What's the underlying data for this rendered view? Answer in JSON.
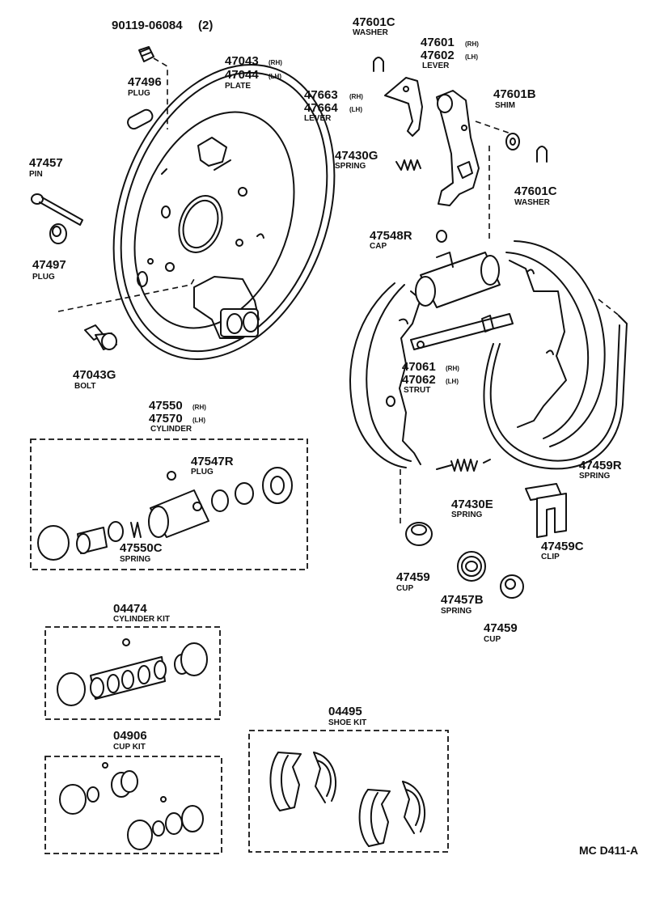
{
  "diagram_code": "MC D411-A",
  "labels": {
    "bleeder": {
      "num": "90119-06084",
      "qty": "(2)"
    },
    "plug_top": {
      "num": "47496",
      "name": "PLUG"
    },
    "pin": {
      "num": "47457",
      "name": "PIN"
    },
    "plug_left": {
      "num": "47497",
      "name": "PLUG"
    },
    "bolt": {
      "num": "47043G",
      "name": "BOLT"
    },
    "plate": {
      "num1": "47043",
      "suf1": "(RH)",
      "num2": "47044",
      "suf2": "(LH)",
      "name": "PLATE"
    },
    "washer_top": {
      "num": "47601C",
      "name": "WASHER"
    },
    "lever_small": {
      "num1": "47663",
      "suf1": "(RH)",
      "num2": "47664",
      "suf2": "(LH)",
      "name": "LEVER"
    },
    "lever_big": {
      "num1": "47601",
      "suf1": "(RH)",
      "num2": "47602",
      "suf2": "(LH)",
      "name": "LEVER"
    },
    "shim": {
      "num": "47601B",
      "name": "SHIM"
    },
    "spring_g": {
      "num": "47430G",
      "name": "SPRING"
    },
    "washer_right": {
      "num": "47601C",
      "name": "WASHER"
    },
    "cap": {
      "num": "47548R",
      "name": "CAP"
    },
    "strut": {
      "num1": "47061",
      "suf1": "(RH)",
      "num2": "47062",
      "suf2": "(LH)",
      "name": "STRUT"
    },
    "cylinder": {
      "num1": "47550",
      "suf1": "(RH)",
      "num2": "47570",
      "suf2": "(LH)",
      "name": "CYLINDER"
    },
    "plug_cyl": {
      "num": "47547R",
      "name": "PLUG"
    },
    "spring_c": {
      "num": "47550C",
      "name": "SPRING"
    },
    "spring_e": {
      "num": "47430E",
      "name": "SPRING"
    },
    "spring_r": {
      "num": "47459R",
      "name": "SPRING"
    },
    "clip": {
      "num": "47459C",
      "name": "CLIP"
    },
    "cup_left": {
      "num": "47459",
      "name": "CUP"
    },
    "spring_b": {
      "num": "47457B",
      "name": "SPRING"
    },
    "cup_right": {
      "num": "47459",
      "name": "CUP"
    },
    "cyl_kit": {
      "num": "04474",
      "name": "CYLINDER KIT"
    },
    "cup_kit": {
      "num": "04906",
      "name": "CUP KIT"
    },
    "shoe_kit": {
      "num": "04495",
      "name": "SHOE KIT"
    }
  }
}
